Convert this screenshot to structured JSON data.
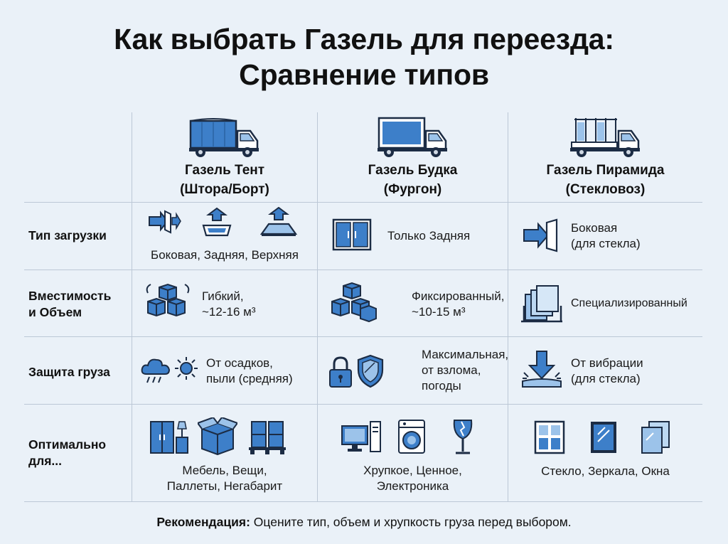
{
  "title_line1": "Как выбрать Газель для переезда:",
  "title_line2": "Сравнение типов",
  "columns": [
    {
      "name_line1": "Газель Тент",
      "name_line2": "(Штора/Борт)"
    },
    {
      "name_line1": "Газель Будка",
      "name_line2": "(Фургон)"
    },
    {
      "name_line1": "Газель Пирамида",
      "name_line2": "(Стекловоз)"
    }
  ],
  "rows": {
    "loading": {
      "label": "Тип загрузки",
      "tent": "Боковая, Задняя, Верхняя",
      "box": "Только Задняя",
      "pyramid_line1": "Боковая",
      "pyramid_line2": "(для стекла)"
    },
    "capacity": {
      "label_line1": "Вместимость",
      "label_line2": "и Объем",
      "tent_line1": "Гибкий,",
      "tent_line2": "~12-16 м³",
      "box_line1": "Фиксированный,",
      "box_line2": "~10-15 м³",
      "pyramid": "Специализированный"
    },
    "protection": {
      "label": "Защита груза",
      "tent_line1": "От осадков,",
      "tent_line2": "пыли (средняя)",
      "box_line1": "Максимальная,",
      "box_line2": "от взлома,",
      "box_line3": "погоды",
      "pyramid_line1": "От вибрации",
      "pyramid_line2": "(для стекла)"
    },
    "optimal": {
      "label_line1": "Оптимально",
      "label_line2": "для...",
      "tent_line1": "Мебель, Вещи,",
      "tent_line2": "Паллеты, Негабарит",
      "box_line1": "Хрупкое, Ценное,",
      "box_line2": "Электроника",
      "pyramid": "Стекло, Зеркала, Окна"
    }
  },
  "footer": {
    "bold": "Рекомендация:",
    "text": " Оцените тип, объем и хрупкость груза перед выбором."
  },
  "colors": {
    "accent": "#3d7fc9",
    "dark": "#1c2c44",
    "line": "#bcc8d6",
    "background": "#eaf1f8"
  }
}
